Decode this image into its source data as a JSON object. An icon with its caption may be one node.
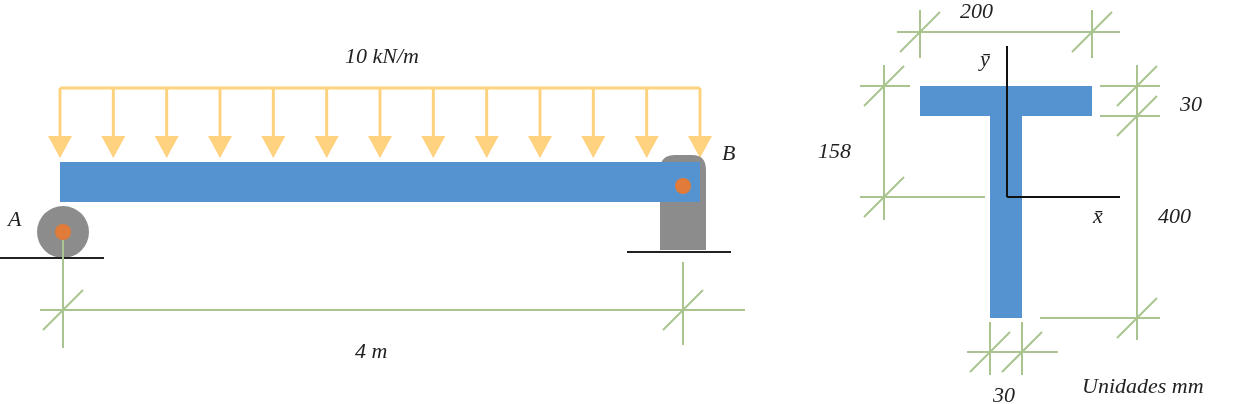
{
  "diagram": {
    "labels": [
      "10 kN/m",
      "A",
      "B",
      "4 m",
      "200",
      "ȳ",
      "30",
      "158",
      "x̄",
      "400",
      "30",
      "Unidades mm"
    ]
  }
}
